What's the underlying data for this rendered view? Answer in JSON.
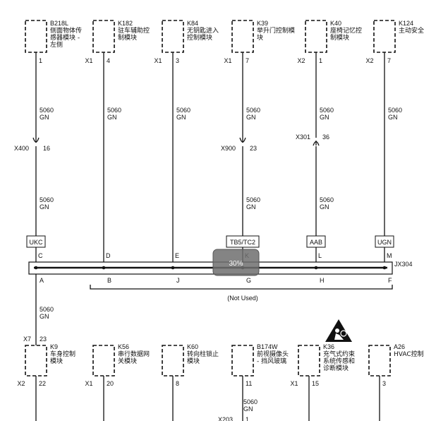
{
  "top_modules": [
    {
      "code": "B218L",
      "name_lines": [
        "侧面物体传",
        "感器模块 -",
        "左侧"
      ],
      "connector": "",
      "pin": "1"
    },
    {
      "code": "K182",
      "name_lines": [
        "驻车辅助控",
        "制模块"
      ],
      "connector": "X1",
      "pin": "4"
    },
    {
      "code": "K84",
      "name_lines": [
        "无钥匙进入",
        "控制模块"
      ],
      "connector": "X1",
      "pin": "3"
    },
    {
      "code": "K39",
      "name_lines": [
        "举升门控制模",
        "块"
      ],
      "connector": "X1",
      "pin": "7"
    },
    {
      "code": "K40",
      "name_lines": [
        "座椅记忆控",
        "制模块"
      ],
      "connector": "X2",
      "pin": "1"
    },
    {
      "code": "K124",
      "name_lines": [
        "主动安全"
      ],
      "connector": "X2",
      "pin": "7"
    }
  ],
  "upper_wire": {
    "number": "5060",
    "color": "GN"
  },
  "inline_connectors": [
    {
      "name": "X400",
      "pin": "16"
    },
    {
      "name": "X900",
      "pin": "23"
    },
    {
      "name": "X301",
      "pin": "36"
    }
  ],
  "splice_labels": [
    "UKC",
    "TB5/TC2",
    "AAB",
    "UGN"
  ],
  "splice_top_letters": [
    "C",
    "D",
    "E",
    "K",
    "L",
    "M"
  ],
  "splice_bottom_letters": [
    "A",
    "B",
    "J",
    "G",
    "H",
    "F"
  ],
  "splice_name": "JX304",
  "not_used": "(Not Used)",
  "zoom_badge": "30%",
  "lower_connector": {
    "name": "X7",
    "pin": "23"
  },
  "bottom_modules": [
    {
      "code": "K9",
      "name_lines": [
        "车身控制",
        "模块"
      ],
      "connector": "X2",
      "pin": "22"
    },
    {
      "code": "K56",
      "name_lines": [
        "串行数据网",
        "关模块"
      ],
      "connector": "X1",
      "pin": "20"
    },
    {
      "code": "K60",
      "name_lines": [
        "转向柱锁止",
        "模块"
      ],
      "connector": "",
      "pin": "8"
    },
    {
      "code": "B174W",
      "name_lines": [
        "前视摄像头",
        "- 挡风玻璃"
      ],
      "connector": "",
      "pin": "11"
    },
    {
      "code": "K36",
      "name_lines": [
        "充气式约束",
        "系统传感和",
        "诊断模块"
      ],
      "connector": "X1",
      "pin": "15"
    },
    {
      "code": "A26",
      "name_lines": [
        "HVAC控制装"
      ],
      "connector": "",
      "pin": "3"
    }
  ],
  "bottom_partial_connector": {
    "name": "X203",
    "pin": "1"
  }
}
